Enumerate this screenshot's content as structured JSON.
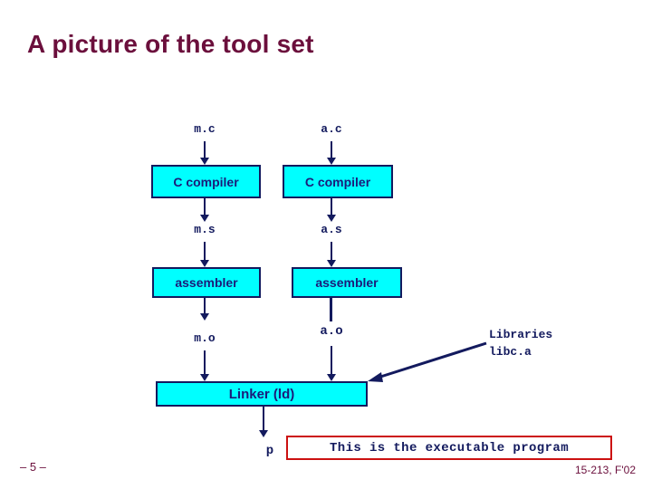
{
  "slide": {
    "title": "A picture of the tool set",
    "page_number": "– 5 –",
    "footer_right": "15-213, F'02",
    "colors": {
      "title": "#6b0f3c",
      "box_fill": "#00ffff",
      "box_border": "#131a5e",
      "box_text": "#1b1b7a",
      "arrow": "#131a5e",
      "highlight_border": "#cc1111",
      "background": "#ffffff"
    }
  },
  "diagram": {
    "type": "flowchart",
    "columns": [
      {
        "name": "module-m",
        "source_label": "m.c",
        "stages": [
          {
            "box": "C compiler",
            "output_label": "m.s"
          },
          {
            "box": "assembler",
            "output_label": "m.o"
          }
        ]
      },
      {
        "name": "module-a",
        "source_label": "a.c",
        "stages": [
          {
            "box": "C compiler",
            "output_label": "a.s"
          },
          {
            "box": "assembler",
            "output_label": "a.o"
          }
        ]
      }
    ],
    "linker": {
      "box": "Linker (ld)",
      "output_label": "p"
    },
    "libraries": {
      "line1": "Libraries",
      "line2": "libc.a"
    },
    "callout": {
      "text": "This is the executable program"
    }
  }
}
